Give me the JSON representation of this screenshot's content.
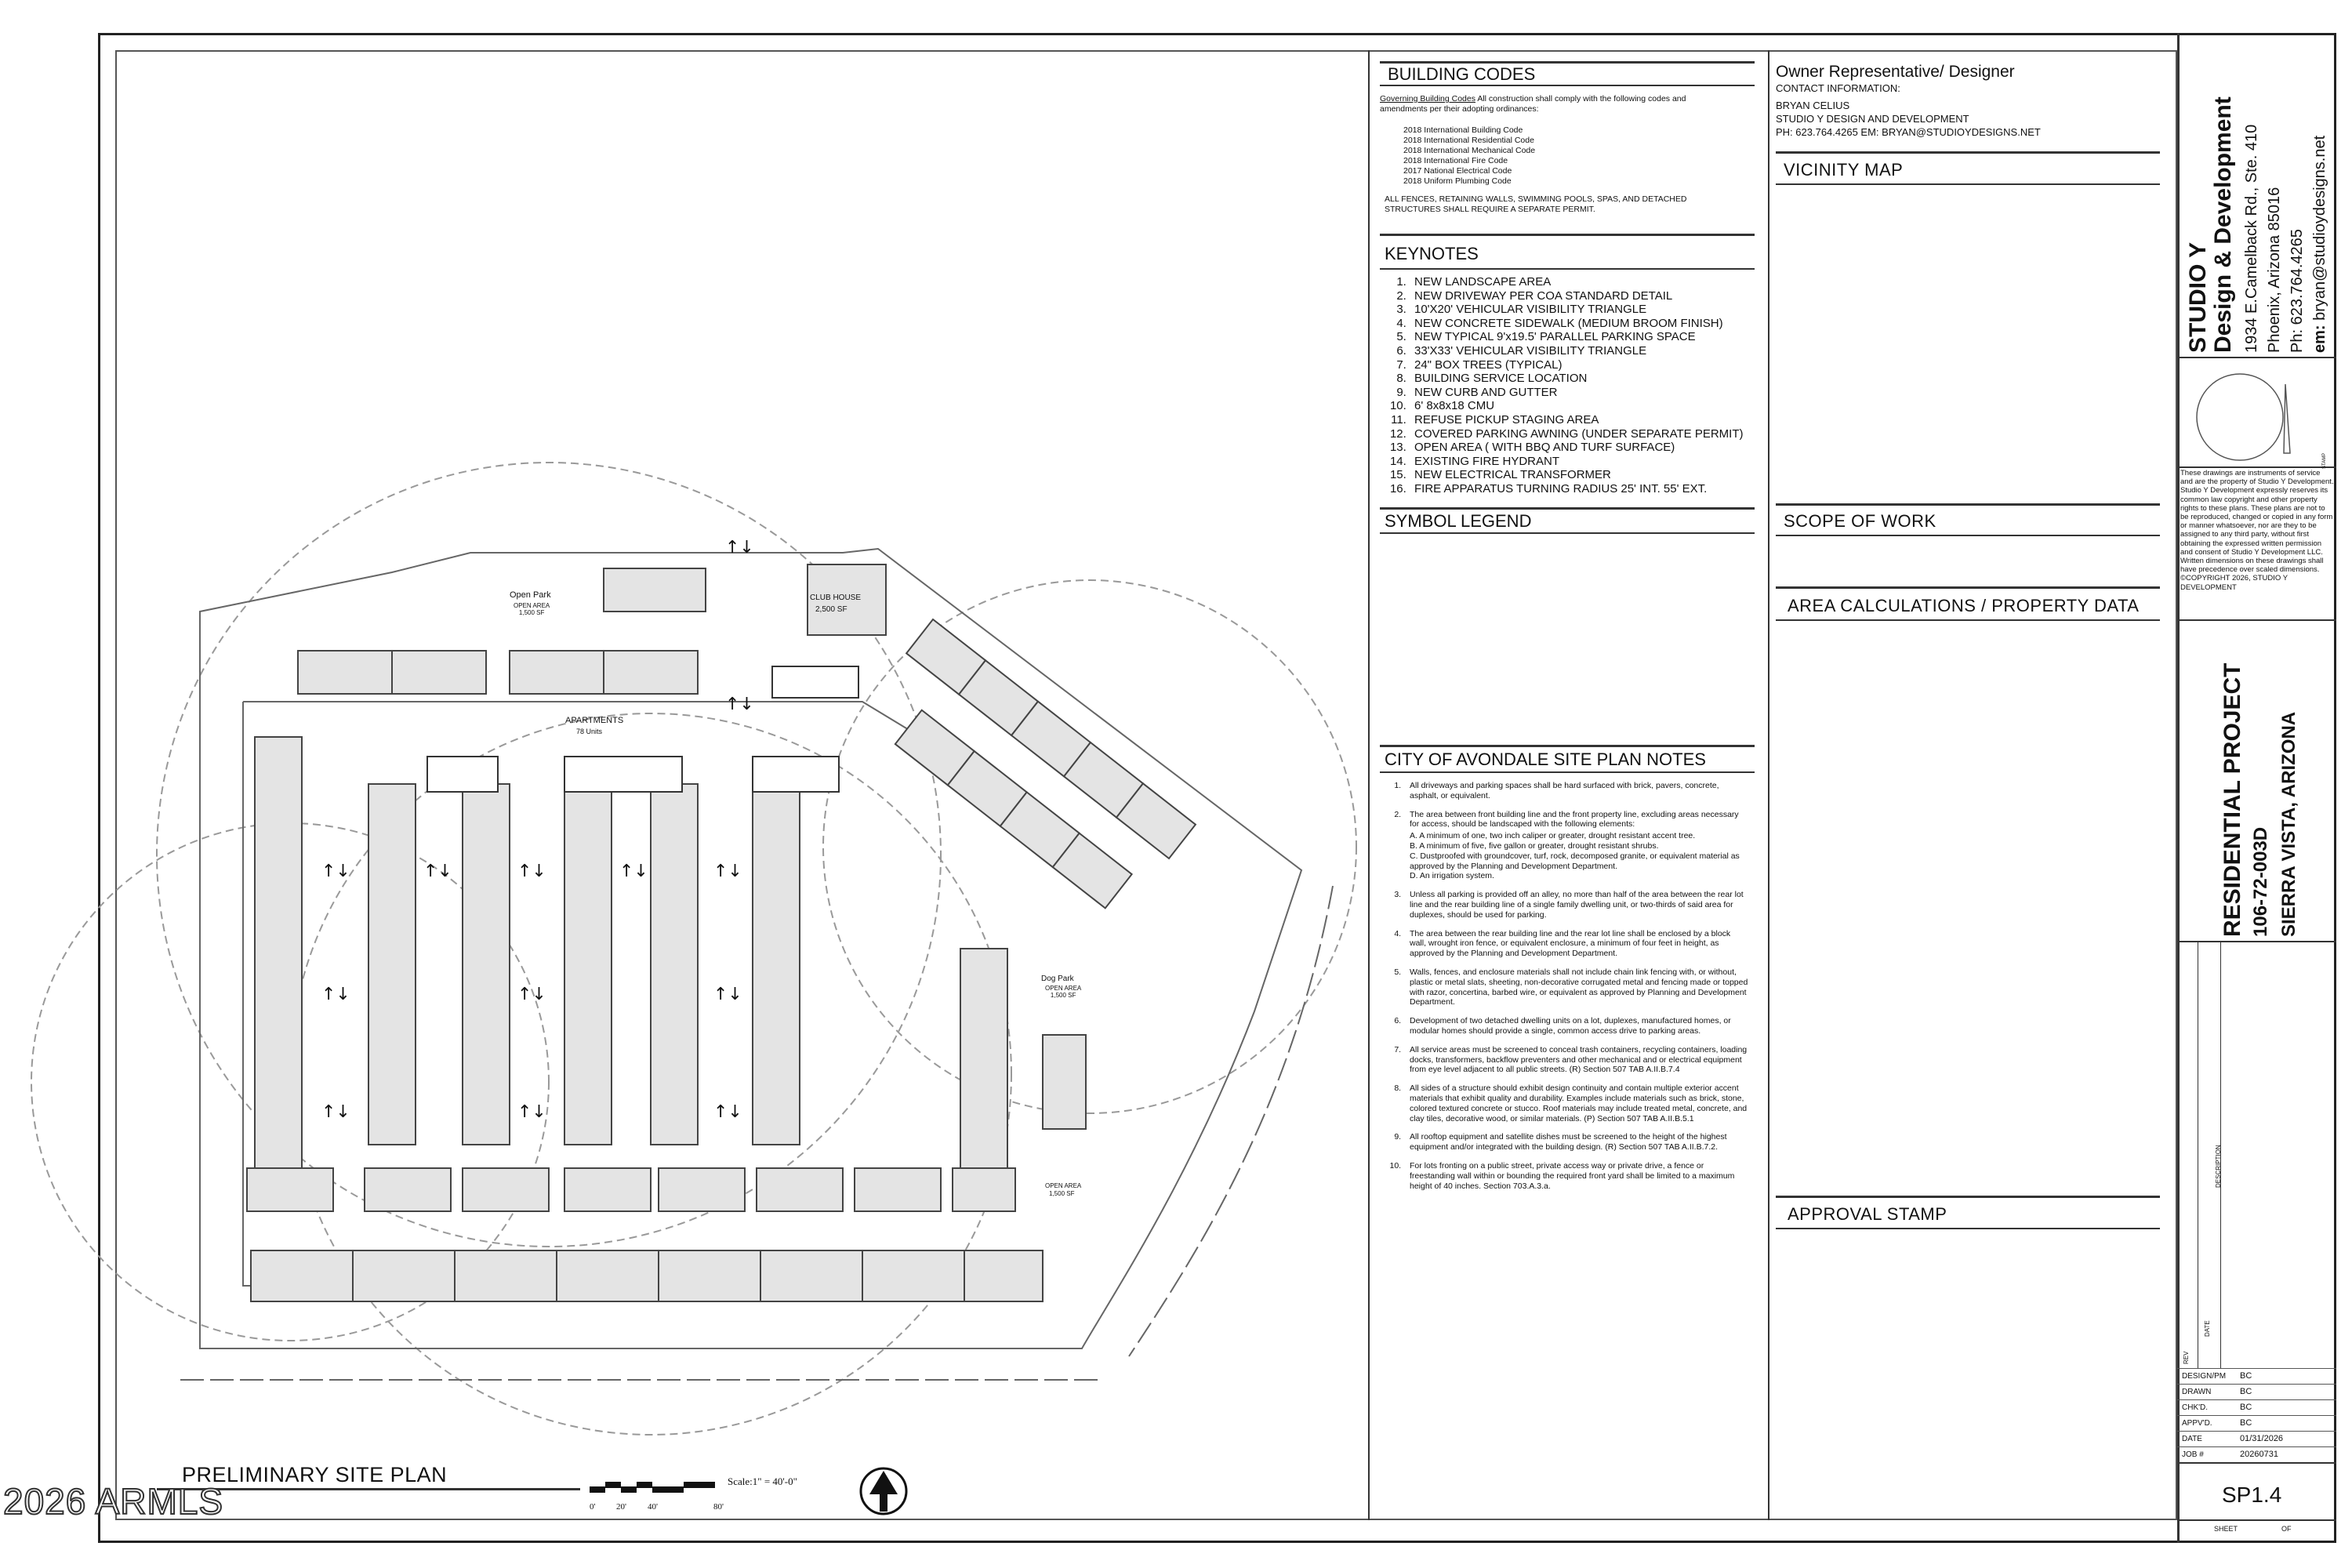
{
  "building_codes": {
    "title": "BUILDING CODES",
    "intro_label": "Governing Building Codes",
    "intro_text": " All construction shall comply with the following codes and amendments per their adopting ordinances:",
    "codes": [
      "2018 International Building Code",
      "2018 International Residential Code",
      "2018 International Mechanical Code",
      "2018 International Fire Code",
      "2017 National Electrical Code",
      "2018 Uniform Plumbing Code"
    ],
    "note": "ALL FENCES, RETAINING WALLS, SWIMMING POOLS, SPAS, AND DETACHED STRUCTURES SHALL REQUIRE A SEPARATE PERMIT."
  },
  "keynotes": {
    "title": "KEYNOTES",
    "items": [
      "NEW LANDSCAPE AREA",
      "NEW DRIVEWAY PER COA STANDARD DETAIL",
      "10'X20' VEHICULAR VISIBILITY TRIANGLE",
      "NEW CONCRETE SIDEWALK (MEDIUM BROOM FINISH)",
      "NEW TYPICAL 9'x19.5' PARALLEL PARKING SPACE",
      "33'X33' VEHICULAR VISIBILITY TRIANGLE",
      "24\" BOX TREES (TYPICAL)",
      "BUILDING SERVICE LOCATION",
      "NEW CURB AND GUTTER",
      "6' 8x8x18 CMU",
      "REFUSE PICKUP STAGING AREA",
      "COVERED PARKING AWNING (UNDER SEPARATE PERMIT)",
      "OPEN AREA ( WITH BBQ AND TURF SURFACE)",
      "EXISTING FIRE HYDRANT",
      "NEW ELECTRICAL TRANSFORMER",
      "FIRE APPARATUS TURNING RADIUS 25' INT. 55' EXT."
    ]
  },
  "symbol_legend": {
    "title": "SYMBOL LEGEND"
  },
  "site_notes": {
    "title": "CITY OF AVONDALE SITE PLAN NOTES",
    "items": [
      {
        "text": "All driveways and parking spaces shall be hard surfaced with brick, pavers, concrete, asphalt, or equivalent."
      },
      {
        "text": "The area between front building line and the front property line, excluding areas necessary for access, should be landscaped with the following elements:",
        "sub": [
          "A.   A minimum of one, two inch caliper or greater, drought resistant accent tree.",
          "B.   A minimum of five, five gallon or greater, drought resistant shrubs.",
          "C.   Dustproofed with groundcover, turf, rock, decomposed granite, or equivalent material as approved by the Planning and Development Department.",
          "D.   An irrigation system."
        ]
      },
      {
        "text": "Unless all parking is provided off an alley, no more than half of the area between the rear lot line and the rear building line of a single family dwelling unit, or two-thirds of said area for duplexes, should be used for parking."
      },
      {
        "text": "The area between the rear building line and the rear lot line shall be enclosed by a block wall, wrought iron fence, or equivalent enclosure, a minimum of four feet in height, as approved by the Planning and Development Department."
      },
      {
        "text": "Walls, fences, and enclosure materials shall not include chain link fencing with, or without, plastic or metal slats, sheeting, non-decorative corrugated metal and fencing made or topped with razor, concertina, barbed wire, or equivalent as approved by Planning and Development Department."
      },
      {
        "text": "Development of two detached dwelling units on a lot, duplexes, manufactured homes, or modular homes should provide a single, common access drive to parking areas."
      },
      {
        "text": "All service areas must be screened to conceal trash containers, recycling containers, loading docks, transformers, backflow preventers and other mechanical and or electrical equipment from eye level adjacent to all public streets. (R) Section 507 TAB A.II.B.7.4"
      },
      {
        "text": "All sides of a structure should exhibit design continuity and contain multiple exterior accent materials that exhibit quality and durability. Examples include materials such as brick, stone, colored textured concrete or stucco. Roof materials may include treated metal, concrete, and clay tiles, decorative wood, or similar materials. (P) Section 507 TAB A.II.B.5.1"
      },
      {
        "text": "All rooftop equipment and satellite dishes must be screened to the height of the highest equipment and/or integrated with the building design. (R) Section 507 TAB A.II.B.7.2."
      },
      {
        "text": "For lots fronting on a public street, private access way or private drive, a fence or freestanding wall within or bounding the required front yard shall be limited to a maximum height of 40 inches. Section 703.A.3.a."
      }
    ]
  },
  "owner": {
    "title": "Owner Representative/ Designer",
    "contact_label": "CONTACT INFORMATION:",
    "name": "BRYAN CELIUS",
    "company": "STUDIO Y DESIGN AND DEVELOPMENT",
    "phone_email": "PH: 623.764.4265 EM: BRYAN@STUDIOYDESIGNS.NET"
  },
  "vicinity_map": {
    "title": "VICINITY MAP"
  },
  "scope_of_work": {
    "title": "SCOPE OF WORK"
  },
  "area_calc": {
    "title": "AREA CALCULATIONS / PROPERTY DATA"
  },
  "approval": {
    "title": "APPROVAL STAMP"
  },
  "plan": {
    "title": "PRELIMINARY SITE PLAN",
    "scale": "Scale:1\" = 40'-0\"",
    "scale_marks": [
      "0'",
      "20'",
      "40'",
      "80'"
    ],
    "labels": {
      "open_park": "Open Park",
      "open_park_area": "OPEN AREA\n1,500 SF",
      "club_house": "CLUB HOUSE",
      "club_house_area": "2,500 SF",
      "apartments": "APARTMENTS",
      "apartments_units": "78 Units",
      "dog_park": "Dog Park",
      "dog_park_area": "OPEN AREA\n1,500 SF",
      "open_area": "OPEN AREA",
      "open_area_size": "1,500 SF"
    }
  },
  "watermark": "2026 ARMLS",
  "title_block": {
    "firm_name_1": "STUDIO Y",
    "firm_name_2": "Design & Development",
    "address_1": "1934 E.Camelback Rd., Ste. 410",
    "address_2": "Phoenix, Arizona 85016",
    "phone": "Ph: 623.764.4265",
    "email_label": "em:",
    "email": " bryan@studioydesigns.net",
    "stamp_label": "STAMP",
    "copyright": "These drawings are instruments of service and are the property of Studio Y Development. Studio Y Development expressly reserves its common law copyright and other property rights to these plans. These plans are not to be reproduced, changed or copied in any form or manner whatsoever, nor are they to be assigned to any third party, without first obtaining the expressed written permission and consent of Studio Y Development LLC. Written dimensions on these drawings shall have precedence over scaled dimensions. ©COPYRIGHT 2026, STUDIO Y DEVELOPMENT",
    "project_title": "RESIDENTIAL PROJECT",
    "project_apn": "106-72-003D",
    "project_location": "SIERRA VISTA, ARIZONA",
    "description_label": "DESCRIPTION",
    "date_label": "DATE",
    "rev_label": "REV",
    "rows": [
      {
        "label": "DESIGN/PM",
        "value": "BC"
      },
      {
        "label": "DRAWN",
        "value": "BC"
      },
      {
        "label": "CHK'D.",
        "value": "BC"
      },
      {
        "label": "APPV'D.",
        "value": "BC"
      },
      {
        "label": "DATE",
        "value": "01/31/2026"
      },
      {
        "label": "JOB #",
        "value": "20260731"
      }
    ],
    "sheet_number": "SP1.4",
    "sheet_label": "SHEET",
    "of_label": "OF"
  }
}
